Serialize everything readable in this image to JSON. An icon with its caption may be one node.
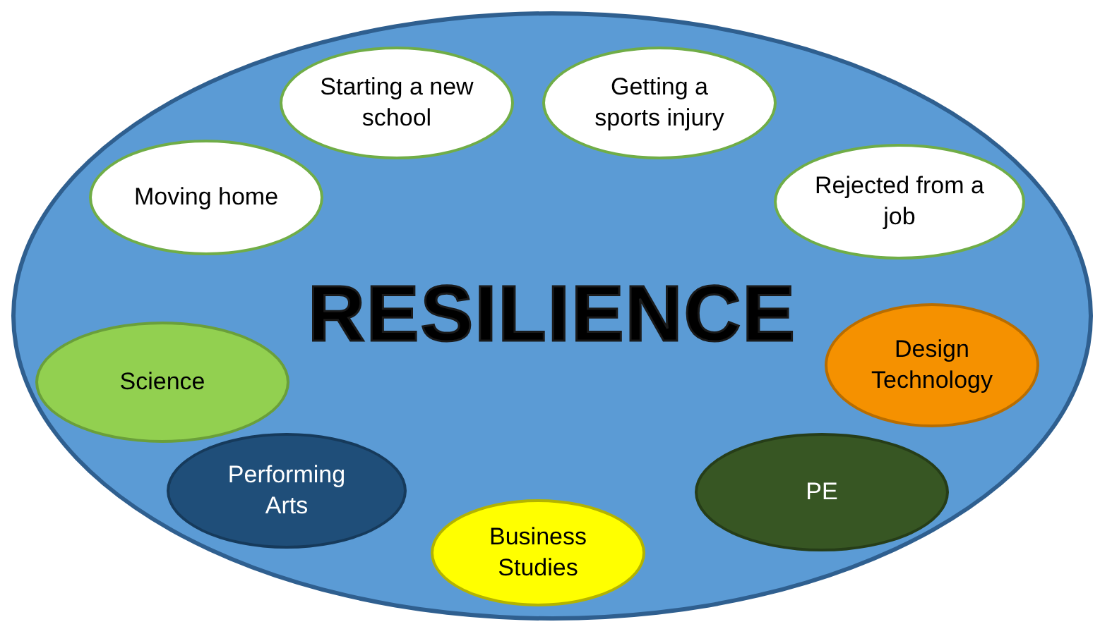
{
  "diagram": {
    "nodes": [
      {
        "text": [
          "RESILIENCE"
        ]
      },
      {
        "text": [
          "Moving home"
        ],
        "in": 0
      },
      {
        "text": [
          "Starting a new school"
        ],
        "in": 0
      },
      {
        "text": [
          "Getting a sports injury"
        ],
        "in": 0
      },
      {
        "text": [
          "Rejected from a job"
        ],
        "in": 0
      },
      {
        "text": [
          "Science"
        ],
        "in": 0
      },
      {
        "text": [
          "Design Technology"
        ],
        "in": 0
      },
      {
        "text": [
          "Performing Arts"
        ],
        "in": 0
      },
      {
        "text": [
          "PE"
        ],
        "in": 0
      },
      {
        "text": [
          "Business Studies"
        ],
        "in": 0
      }
    ]
  }
}
